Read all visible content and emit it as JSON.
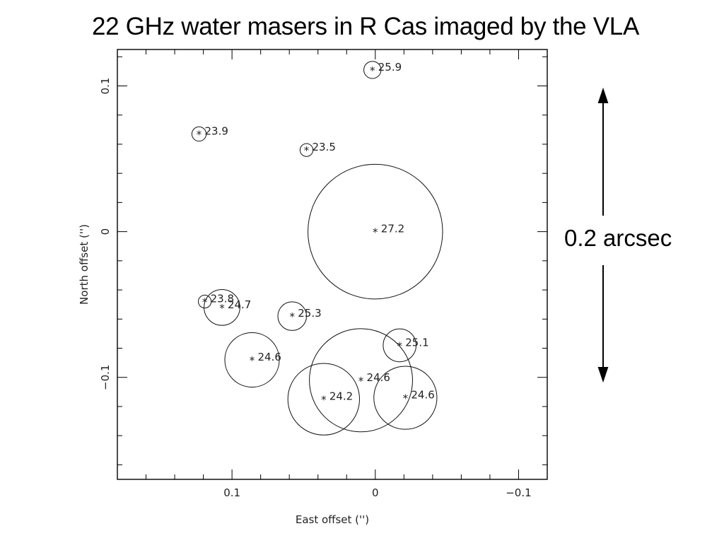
{
  "slide": {
    "title": "22 GHz water masers in R Cas imaged by the VLA"
  },
  "scale_bar": {
    "label": "0.2 arcsec",
    "length_arcsec": 0.2
  },
  "chart_data": {
    "type": "scatter",
    "title": "",
    "xlabel": "East offset ('')",
    "ylabel": "North offset ('')",
    "xlim": [
      0.18,
      -0.12
    ],
    "ylim": [
      -0.17,
      0.125
    ],
    "x_reversed": true,
    "grid": false,
    "x_ticks": [
      {
        "value": 0.1,
        "label": "0.1"
      },
      {
        "value": 0,
        "label": "0"
      },
      {
        "value": -0.1,
        "label": "−0.1"
      }
    ],
    "y_ticks": [
      {
        "value": 0.1,
        "label": "0.1"
      },
      {
        "value": 0,
        "label": "0"
      },
      {
        "value": -0.1,
        "label": "−0.1"
      }
    ],
    "marker": "*",
    "points": [
      {
        "x": 0.002,
        "y": 0.111,
        "label": "25.9",
        "circle_radius": 0.006
      },
      {
        "x": 0.123,
        "y": 0.067,
        "label": "23.9",
        "circle_radius": 0.005
      },
      {
        "x": 0.048,
        "y": 0.056,
        "label": "23.5",
        "circle_radius": 0.0045
      },
      {
        "x": 0.0,
        "y": 0.0,
        "label": "27.2",
        "circle_radius": 0.047
      },
      {
        "x": 0.119,
        "y": -0.048,
        "label": "23.8",
        "circle_radius": 0.0045
      },
      {
        "x": 0.107,
        "y": -0.052,
        "label": "24.7",
        "circle_radius": 0.0125
      },
      {
        "x": 0.058,
        "y": -0.058,
        "label": "25.3",
        "circle_radius": 0.01
      },
      {
        "x": -0.017,
        "y": -0.078,
        "label": "25.1",
        "circle_radius": 0.0115
      },
      {
        "x": 0.086,
        "y": -0.088,
        "label": "24.6",
        "circle_radius": 0.019
      },
      {
        "x": 0.01,
        "y": -0.102,
        "label": "24.6",
        "circle_radius": 0.036
      },
      {
        "x": 0.036,
        "y": -0.115,
        "label": "24.2",
        "circle_radius": 0.025
      },
      {
        "x": -0.021,
        "y": -0.114,
        "label": "24.6",
        "circle_radius": 0.022
      }
    ]
  }
}
